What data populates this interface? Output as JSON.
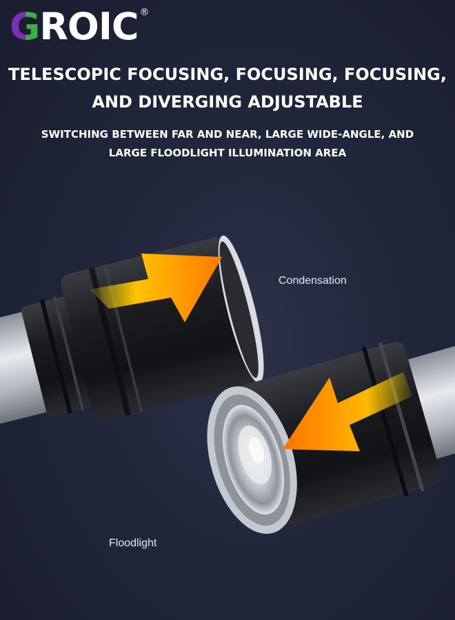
{
  "brand": {
    "name": "GROIC",
    "registered_mark": "®",
    "colors": {
      "purple": "#7b2fb5",
      "green": "#3cb043",
      "white": "#ffffff"
    }
  },
  "headline": {
    "line1": "TELESCOPIC FOCUSING, FOCUSING, FOCUSING,",
    "line2": "AND DIVERGING ADJUSTABLE"
  },
  "subheadline": {
    "line1": "SWITCHING BETWEEN FAR AND NEAR, LARGE WIDE-ANGLE, AND",
    "line2": "LARGE FLOODLIGHT ILLUMINATION AREA"
  },
  "labels": {
    "condensation": "Condensation",
    "floodlight": "Floodlight"
  },
  "icons": [
    "arrow-outward-icon",
    "arrow-inward-icon"
  ],
  "colors": {
    "background": "#22263b",
    "arrow": "#ff8a00",
    "arrow_glow": "#ffd000",
    "metal_dark": "#1c1c1f",
    "silver": "#c9cdd4"
  }
}
